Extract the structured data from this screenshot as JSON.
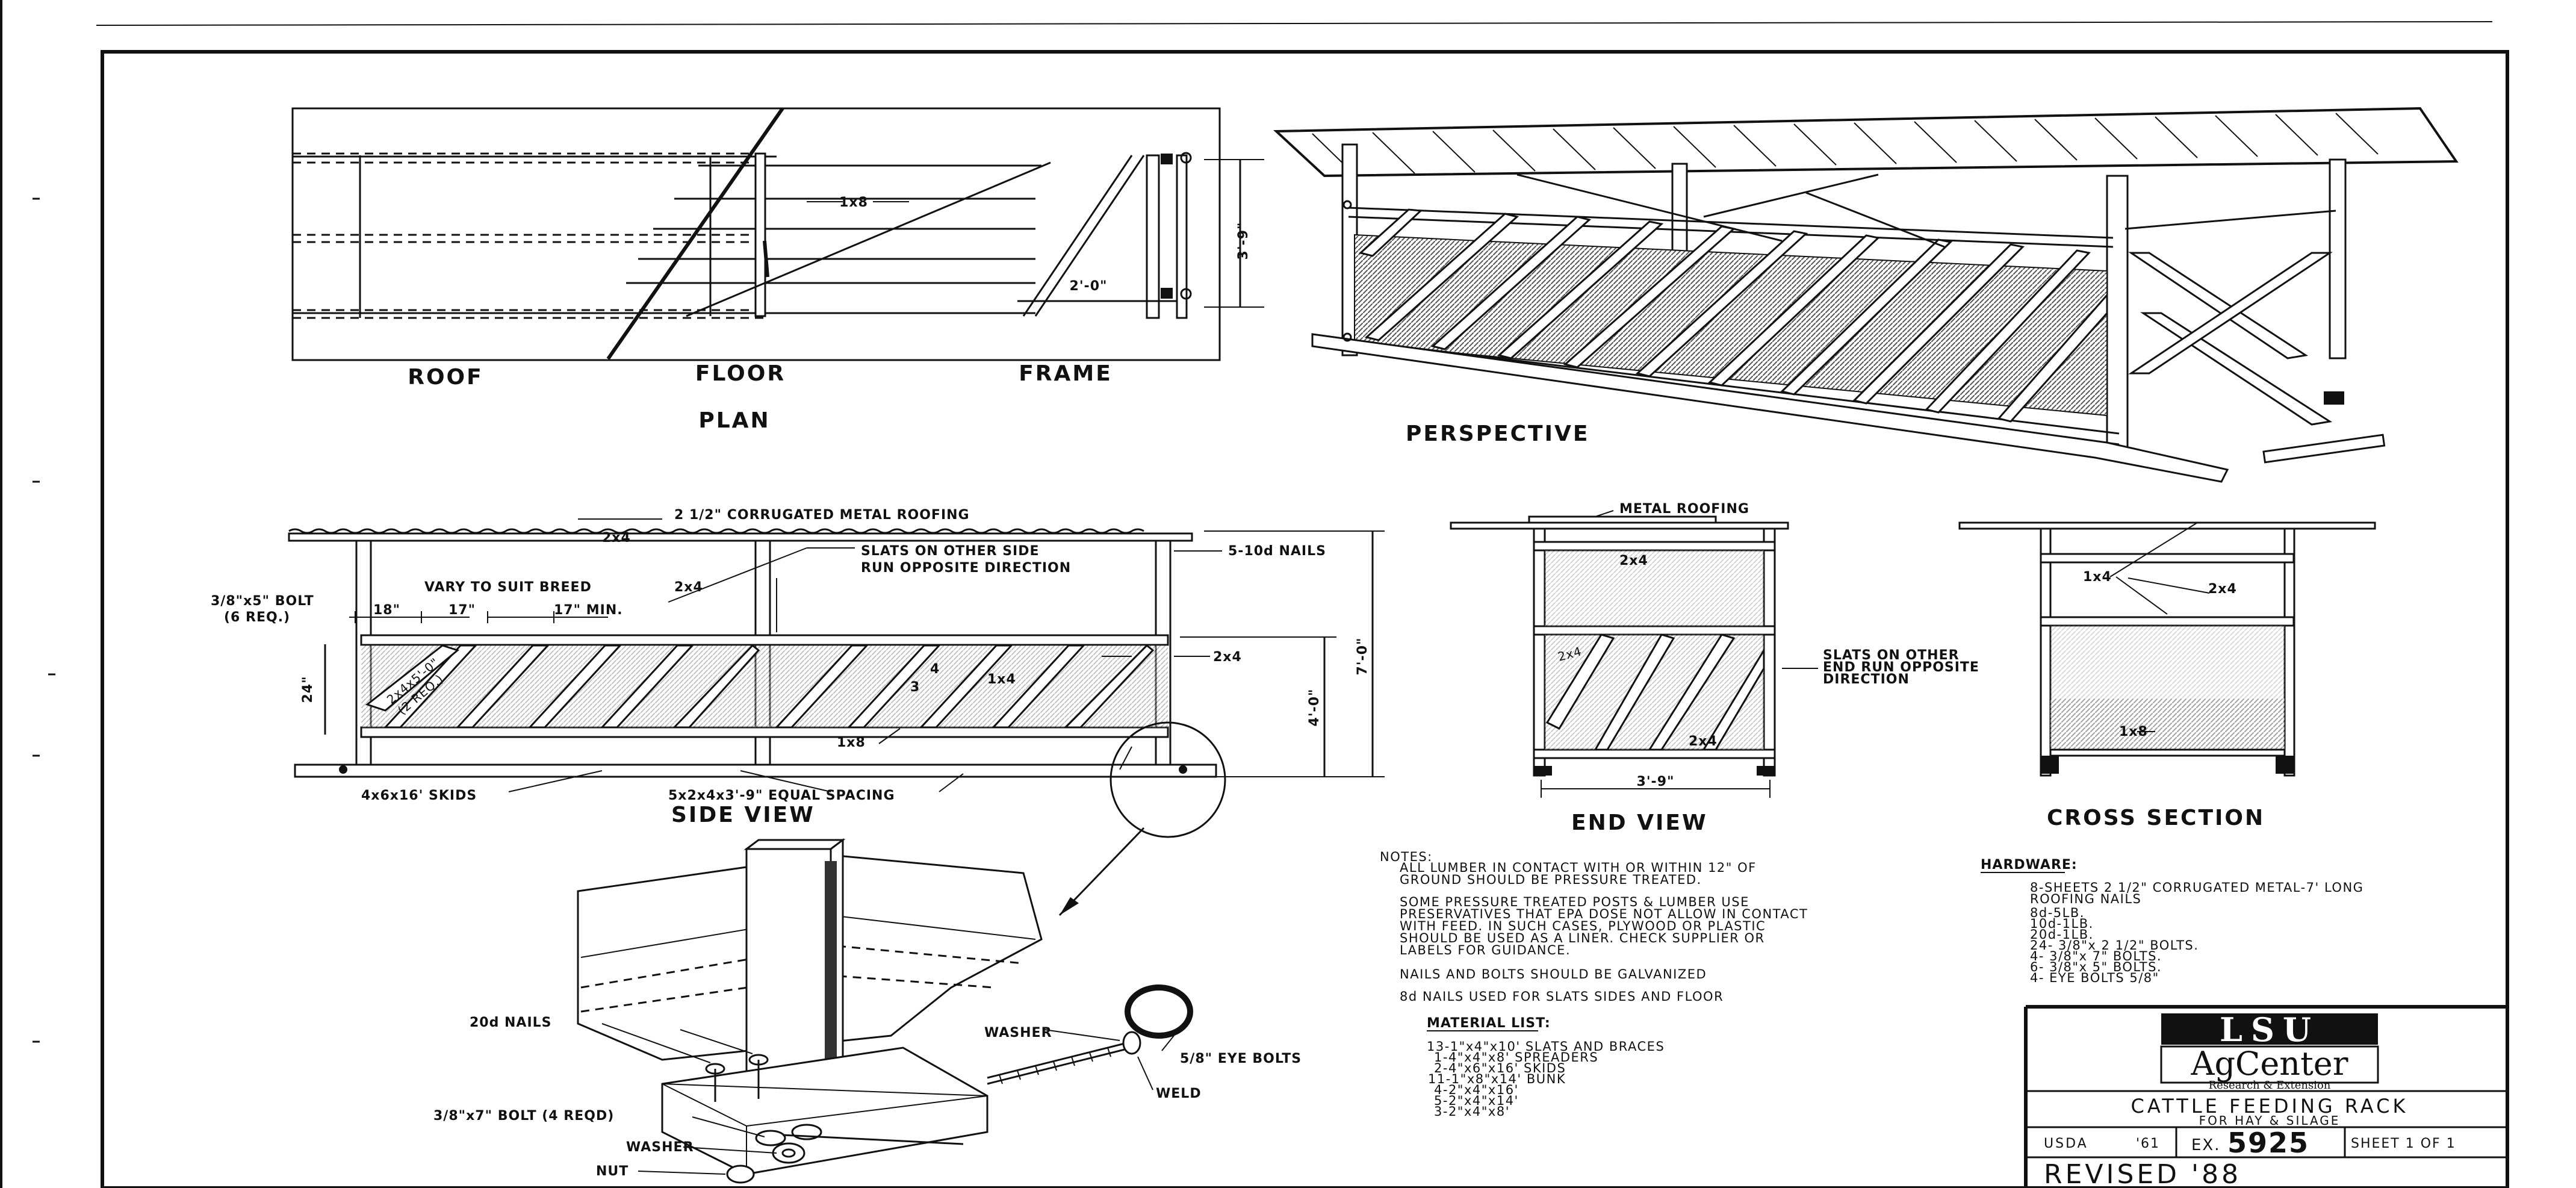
{
  "plan": {
    "view_title": "PLAN",
    "roof_label": "ROOF",
    "floor_label": "FLOOR",
    "frame_label": "FRAME",
    "board_dim": "1x8",
    "width_dim": "3'-9\"",
    "spacing_dim": "2'-0\""
  },
  "perspective": {
    "view_title": "PERSPECTIVE"
  },
  "side_view": {
    "view_title": "SIDE VIEW",
    "roofing_label": "2 1/2\" CORRUGATED METAL ROOFING",
    "rafter_dim": "2x4",
    "nails_label": "5-10d NAILS",
    "bolt_label": "3/8\"x5\" BOLT",
    "bolt_req": "(6 REQ.)",
    "vary_label": "VARY TO SUIT BREED",
    "post_dim": "2x4",
    "slats_note_1": "SLATS ON OTHER SIDE",
    "slats_note_2": "RUN OPPOSITE DIRECTION",
    "dim_18": "18\"",
    "dim_17": "17\"",
    "dim_17min": "17\" MIN.",
    "height_24": "24\"",
    "rail_dim": "2x4",
    "slat_dim": "1x4",
    "dim_3": "3",
    "dim_4": "4",
    "floor_dim": "1x8",
    "brace_label": "2x4x5'-0\"",
    "brace_req": "(2 REQ.)",
    "height_total": "7'-0\"",
    "height_rail": "4'-0\"",
    "skids_label": "4x6x16' SKIDS",
    "spacing_label": "5x2x4x3'-9\" EQUAL SPACING"
  },
  "end_view": {
    "view_title": "END VIEW",
    "roofing_label": "METAL ROOFING",
    "rafter_dim": "2x4",
    "brace_dim": "2x4",
    "slats_note_1": "SLATS ON OTHER",
    "slats_note_2": "END RUN OPPOSITE",
    "slats_note_3": "DIRECTION",
    "bottom_dim": "2x4",
    "width_dim": "3'-9\""
  },
  "cross_section": {
    "view_title": "CROSS SECTION",
    "board_dim": "1x4",
    "rail_dim": "2x4",
    "floor_dim": "1x8"
  },
  "detail": {
    "nails_label": "20d NAILS",
    "bolt_label": "3/8\"x7\" BOLT (4 REQD)",
    "washer_top": "WASHER",
    "eye_bolt_label": "5/8\" EYE BOLTS",
    "weld_label": "WELD",
    "washer_bottom": "WASHER",
    "nut_label": "NUT"
  },
  "notes": {
    "title": "NOTES:",
    "lines_1": [
      "ALL LUMBER IN CONTACT WITH OR WITHIN 12\" OF",
      "GROUND SHOULD BE PRESSURE TREATED."
    ],
    "lines_2": [
      "SOME PRESSURE TREATED POSTS & LUMBER USE",
      "PRESERVATIVES THAT EPA DOSE NOT ALLOW IN CONTACT",
      "WITH FEED. IN SUCH CASES, PLYWOOD OR PLASTIC",
      "SHOULD BE USED AS A LINER.  CHECK SUPPLIER OR",
      "LABELS FOR GUIDANCE."
    ],
    "line_3": "NAILS AND BOLTS SHOULD BE GALVANIZED",
    "line_4": "8d NAILS USED FOR SLATS SIDES AND FLOOR"
  },
  "material_list": {
    "title": "MATERIAL LIST:",
    "items": [
      "13-1\"x4\"x10' SLATS AND BRACES",
      "1-4\"x4\"x8' SPREADERS",
      "2-4\"x6\"x16' SKIDS",
      "11-1\"x8\"x14' BUNK",
      "4-2\"x4\"x16'",
      "5-2\"x4\"x14'",
      "3-2\"x4\"x8'"
    ]
  },
  "hardware": {
    "title": "HARDWARE:",
    "items": [
      "8-SHEETS 2 1/2\" CORRUGATED METAL-7' LONG",
      "ROOFING NAILS",
      "8d-5LB.",
      "10d-1LB.",
      "20d-1LB.",
      "24- 3/8\"x 2 1/2\" BOLTS.",
      "4- 3/8\"x 7\" BOLTS.",
      "6- 3/8\"x 5\" BOLTS.",
      "4- EYE BOLTS 5/8\""
    ]
  },
  "title_block": {
    "logo_main": "LSU",
    "logo_sub": "AgCenter",
    "logo_tag": "Research & Extension",
    "title": "CATTLE FEEDING RACK",
    "subtitle": "FOR HAY & SILAGE",
    "org": "USDA",
    "year": "'61",
    "ex_prefix": "EX.",
    "ex_number": "5925",
    "sheet": "SHEET 1 OF 1",
    "revised": "REVISED '88"
  }
}
